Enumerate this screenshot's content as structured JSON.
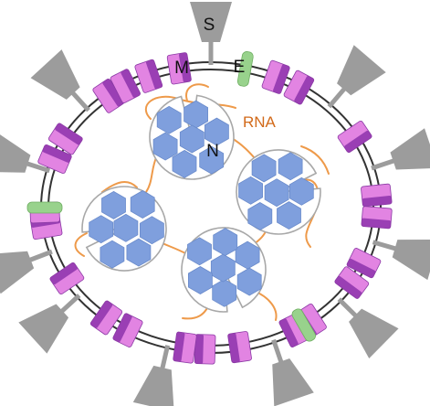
{
  "labels": {
    "spike": "S",
    "membrane": "M",
    "envelope": "E",
    "nucleocapsid": "N",
    "genome": "RNA"
  },
  "colors": {
    "spike": "#9c9c9c",
    "membrane_light": "#e284e2",
    "membrane_dark": "#9a3fb4",
    "envelope": "#98d28c",
    "nucleocapsid": "#7f9fdd",
    "rna": "#ee9a4a",
    "rna_label": "#d26a1a",
    "capsid_outline": "#a8a8a8",
    "viral_wall": "#333333"
  }
}
